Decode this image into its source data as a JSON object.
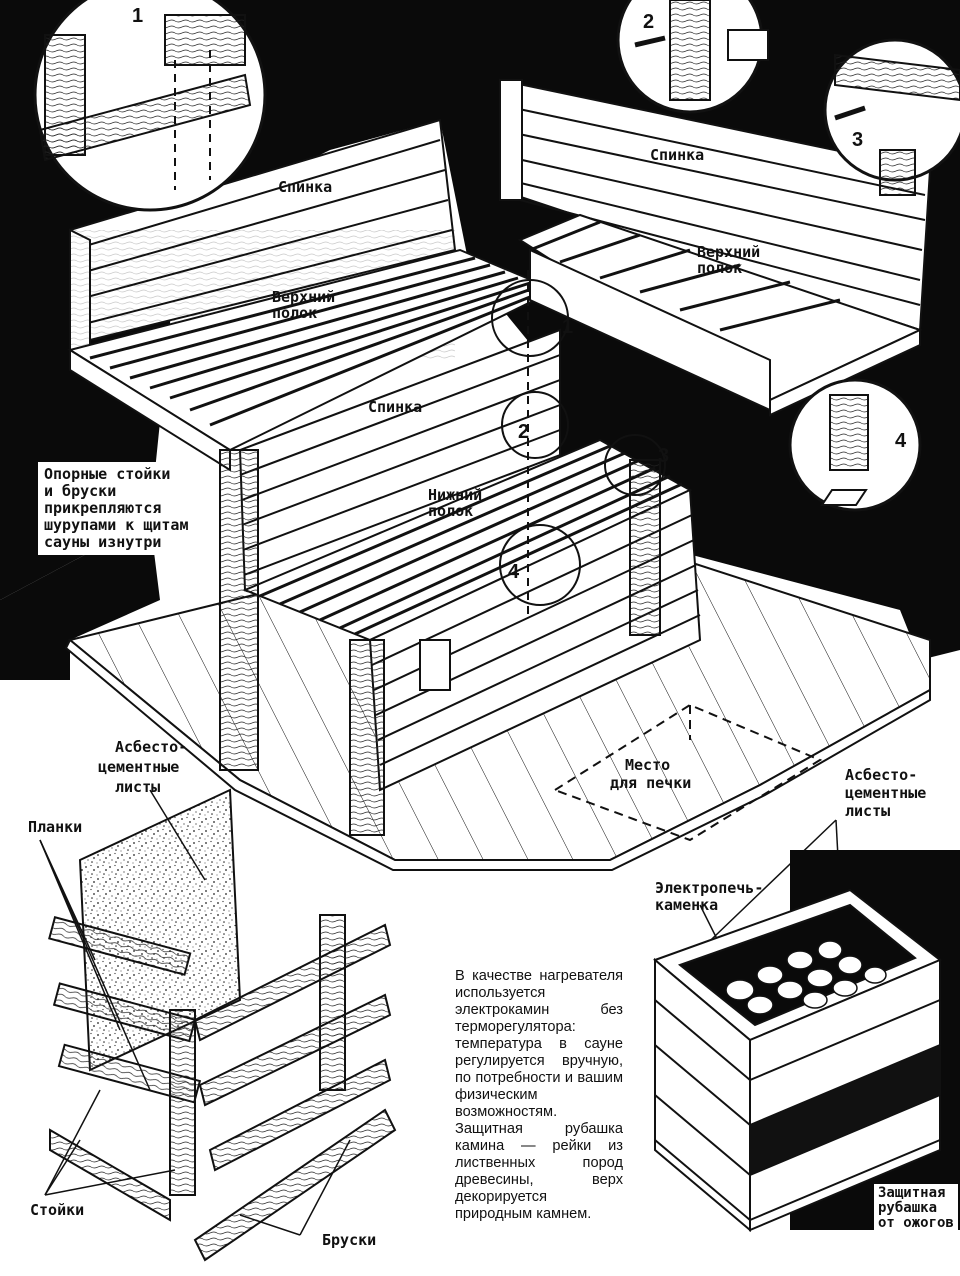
{
  "labels": {
    "backrest_upper": "Спинка",
    "backrest_right": "Спинка",
    "backrest_lower": "Спинка",
    "upper_shelf_left_1": "Верхний",
    "upper_shelf_left_2": "полок",
    "upper_shelf_right_1": "Верхний",
    "upper_shelf_right_2": "полок",
    "lower_shelf_1": "Нижний",
    "lower_shelf_2": "полок",
    "stove_place_1": "Место",
    "stove_place_2": "для печки",
    "asbestos_left_1": "Асбесто-",
    "asbestos_left_2": "цементные",
    "asbestos_left_3": "листы",
    "asbestos_right_1": "Асбесто-",
    "asbestos_right_2": "цементные",
    "asbestos_right_3": "листы",
    "planks": "Планки",
    "posts": "Стойки",
    "bars": "Бруски",
    "heater_1": "Электропечь-",
    "heater_2": "каменка"
  },
  "detail_numbers": {
    "d1": "1",
    "d2": "2",
    "d3": "3",
    "d4": "4"
  },
  "callouts": {
    "support_note": [
      "Опорные стойки",
      "и бруски",
      "прикрепляются",
      "шурупами к щитам",
      "сауны изнутри"
    ],
    "burn_guard": [
      "Защитная",
      "рубашка",
      "от ожогов"
    ]
  },
  "description": "В качестве нагревателя используется электрокамин без терморегулятора: температура в сауне регулируется вручную, по потребности и вашим физическим возможностям. Защитная рубашка камина — рейки из лиственных пород древесины, верх декорируется природным камнем.",
  "colors": {
    "ink": "#111111",
    "paper": "#ffffff",
    "wall": "#0a0a0a"
  }
}
